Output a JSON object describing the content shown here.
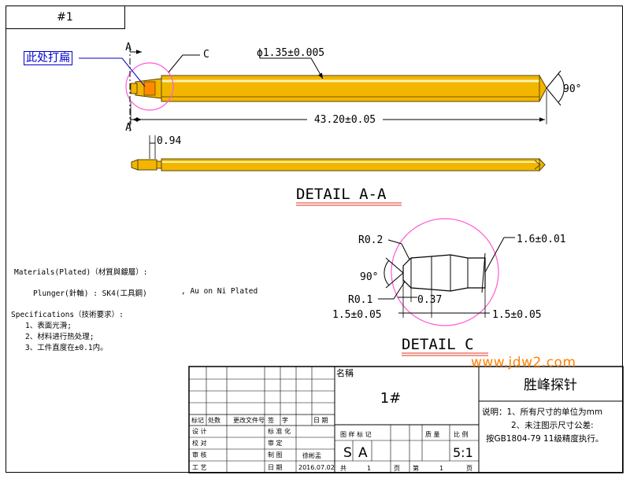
{
  "corner_tag": "#1",
  "callouts": {
    "flat_note": "此处打扁",
    "section_a_top": "A",
    "section_a_bottom": "A",
    "detail_c_marker": "C"
  },
  "dimensions": {
    "diameter": "ϕ1.35±0.005",
    "length": "43.20±0.05",
    "angle_tip": "90°",
    "head_offset": "0.94",
    "r_top": "R0.2",
    "r_bottom": "R0.1",
    "groove": "0.37",
    "width_left": "1.5±0.05",
    "width_right": "1.5±0.05",
    "diameter_c": "1.6±0.01",
    "angle_c": "90°"
  },
  "detail_labels": {
    "aa": "DETAIL  A-A",
    "c": "DETAIL  C"
  },
  "notes": {
    "materials": "Materials(Plated)（材質與鍍層）:",
    "plunger_label": "Plunger(針軸)  : SK4(工具鋼)",
    "plunger_plating": ",  Au on Ni Plated",
    "spec_title": "Specifications（技術要求）:",
    "spec_1": "1、表面光滑;",
    "spec_2": "2、材料进行热处理;",
    "spec_3": "3、工件直度在±0.1内。"
  },
  "watermark": "www.jdw2.com",
  "title_block": {
    "name_label": "名稱",
    "name_value": "1#",
    "company": "胜峰探针",
    "remark_1": "说明：1、所有尺寸的单位为mm",
    "remark_2": "2、未注图示尺寸公差:",
    "remark_3": "按GB1804-79 11级精度执行。",
    "rev_headers": [
      "标记",
      "处数",
      "更改文件号",
      "签",
      "字",
      "日 期"
    ],
    "row_design": "设    计",
    "row_check": "校    对",
    "row_review": "审    核",
    "row_process": "工    艺",
    "std_check": "标 准 化",
    "approve": "审    定",
    "drawing_by": "制    图",
    "drawer_name": "徐彬盂",
    "date_label": "日    期",
    "date_value": "2016.07.02",
    "stage_label": "图  样  标  记",
    "mass_label": "质  量",
    "scale_label": "比  例",
    "stage_s": "S",
    "stage_a": "A",
    "scale_value": "5:1",
    "total_label": "共",
    "total_value": "1",
    "page_label": "页",
    "sheet_label": "第",
    "sheet_value": "1",
    "page_label_2": "页"
  },
  "colors": {
    "pin_fill": "#f2b600",
    "pin_stroke": "#5a4500",
    "flat_fill": "#ff8a00",
    "circle": "#ff5bd5",
    "underline": "#e0301e",
    "watermark": "#ff7f00",
    "note_blue": "#0000cc"
  }
}
